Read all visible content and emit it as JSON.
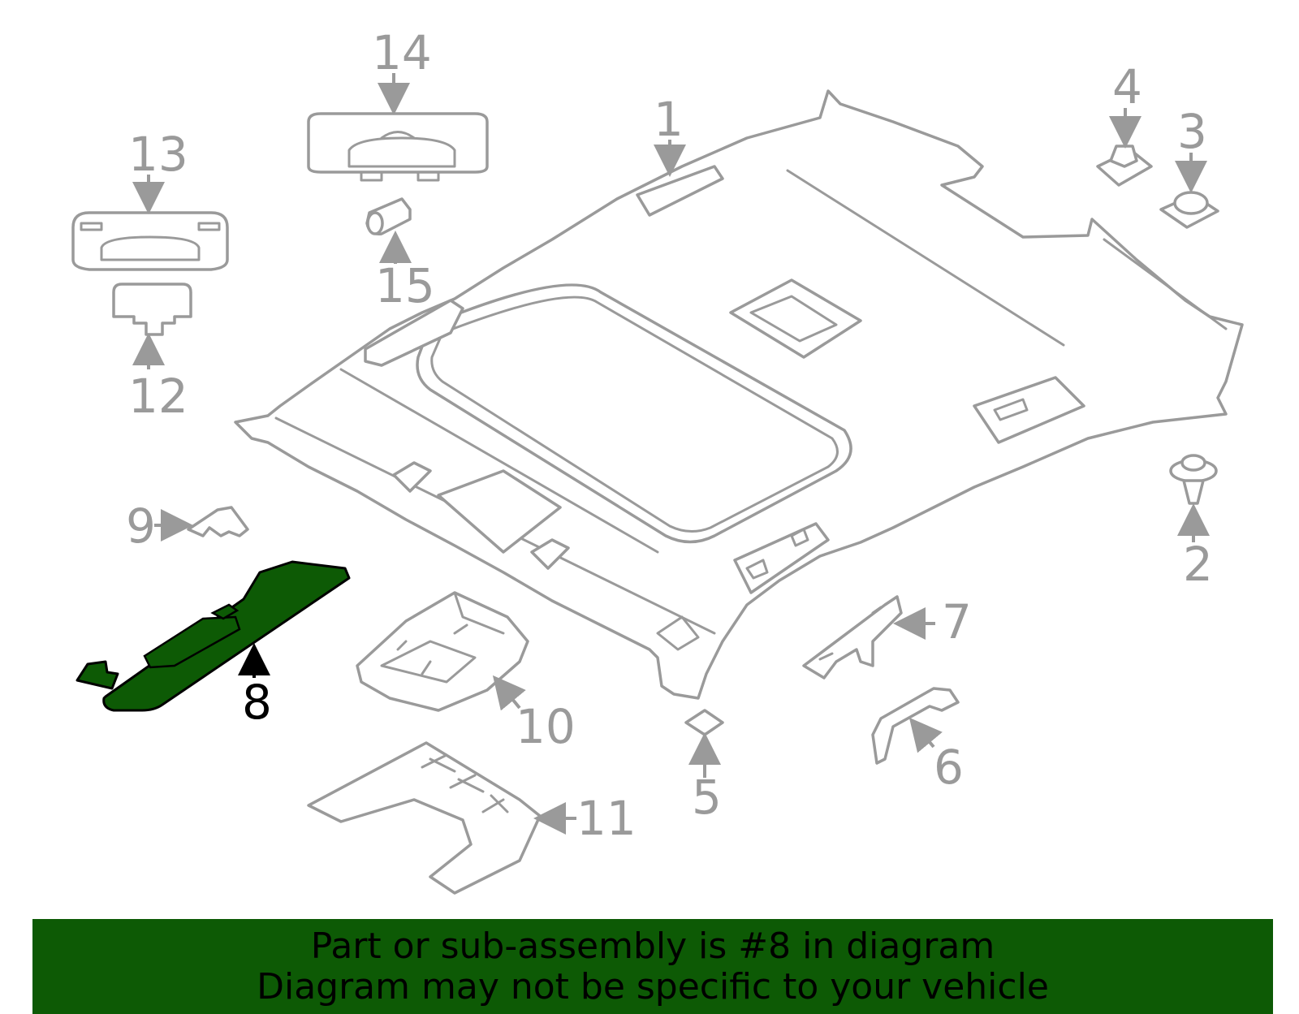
{
  "colors": {
    "highlight_fill": "#0d5a05",
    "part_stroke": "#9a9a9a",
    "banner_background": "#0d5a05",
    "banner_text": "#000000"
  },
  "highlighted_part": "8",
  "callouts": [
    {
      "id": "1",
      "label": "1"
    },
    {
      "id": "2",
      "label": "2"
    },
    {
      "id": "3",
      "label": "3"
    },
    {
      "id": "4",
      "label": "4"
    },
    {
      "id": "5",
      "label": "5"
    },
    {
      "id": "6",
      "label": "6"
    },
    {
      "id": "7",
      "label": "7"
    },
    {
      "id": "8",
      "label": "8"
    },
    {
      "id": "9",
      "label": "9"
    },
    {
      "id": "10",
      "label": "10"
    },
    {
      "id": "11",
      "label": "11"
    },
    {
      "id": "12",
      "label": "12"
    },
    {
      "id": "13",
      "label": "13"
    },
    {
      "id": "14",
      "label": "14"
    },
    {
      "id": "15",
      "label": "15"
    }
  ],
  "banner": {
    "line1": "Part or sub-assembly is #8 in diagram",
    "line2": "Diagram may not be specific to your vehicle"
  }
}
